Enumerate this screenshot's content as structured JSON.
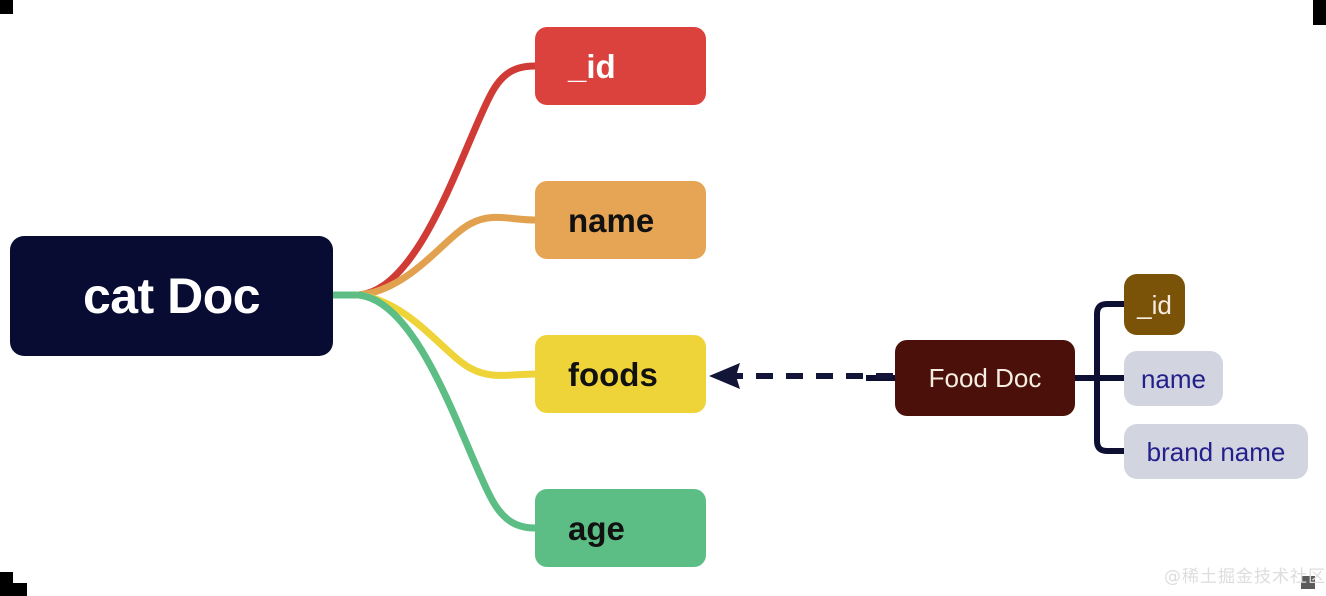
{
  "diagram": {
    "title": "cat Doc / Food Doc relationship mind map",
    "background": "#ffffff"
  },
  "root": {
    "label": "cat Doc",
    "fill": "#080C33",
    "text_color": "#ffffff"
  },
  "cat_fields": [
    {
      "label": "_id",
      "fill": "#DB423D",
      "text_color": "#ffffff"
    },
    {
      "label": "name",
      "fill": "#E6A455",
      "text_color": "#111111"
    },
    {
      "label": "foods",
      "fill": "#EFD439",
      "text_color": "#111111"
    },
    {
      "label": "age",
      "fill": "#5CBE84",
      "text_color": "#111111"
    }
  ],
  "food_doc": {
    "label": "Food Doc",
    "fill": "#4A1009",
    "text_color": "#F6EDE2"
  },
  "food_fields": [
    {
      "label": "_id",
      "fill": "#7A5308",
      "text_color": "#F6EDE2"
    },
    {
      "label": "name",
      "fill": "#D2D4DF",
      "text_color": "#23208C"
    },
    {
      "label": "brand name",
      "fill": "#D2D4DF",
      "text_color": "#23208C"
    }
  ],
  "edges": {
    "cat_to_id_color": "#D13B36",
    "cat_to_name_color": "#E2A14F",
    "cat_to_foods_color": "#EFD439",
    "cat_to_age_color": "#5CBE84",
    "food_tree_color": "#0E1033",
    "reference_arrow_color": "#131538",
    "reference_arrow_style": "dashed",
    "reference_arrow_direction": "Food Doc -> foods"
  },
  "watermark": {
    "text": "@稀土掘金技术社区",
    "color": "#DDDDDD"
  }
}
